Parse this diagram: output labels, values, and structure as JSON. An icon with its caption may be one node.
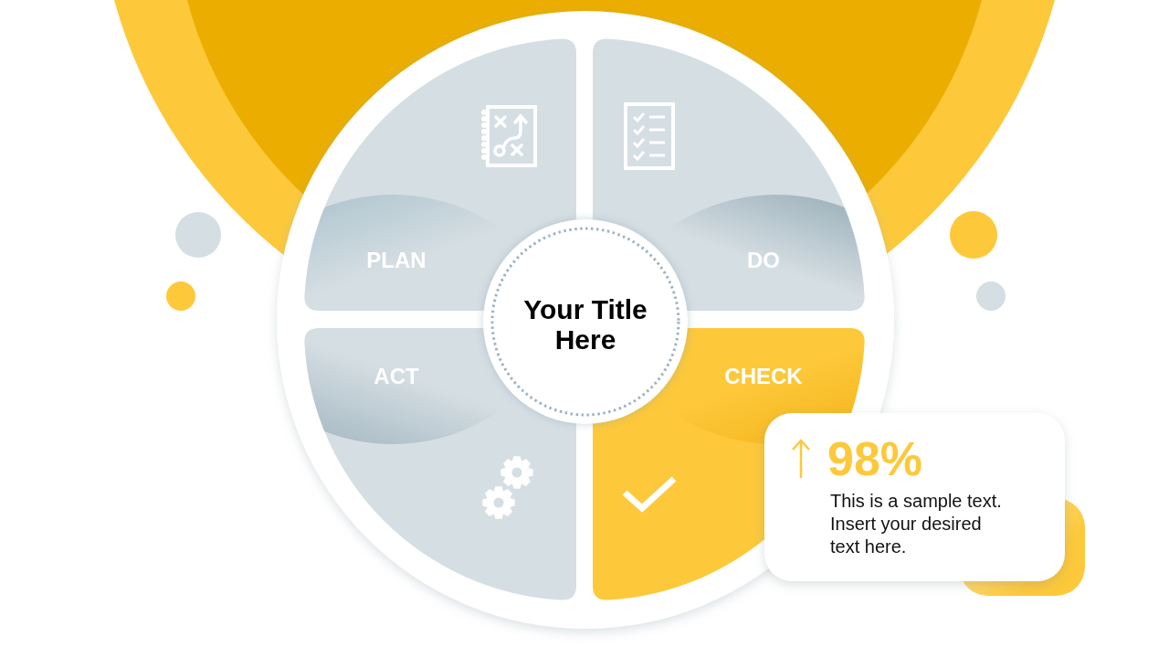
{
  "diagram": {
    "nodes": [
      {
        "text": [
          "PLAN"
        ]
      },
      {
        "text": [
          "DO"
        ]
      },
      {
        "text": [
          "Your Title Here"
        ]
      },
      {
        "text": [
          "ACT"
        ]
      },
      {
        "text": [
          "CHECK"
        ]
      },
      {
        "text": [
          "98%",
          "This is a sample text. Insert your desired text here."
        ]
      }
    ]
  }
}
